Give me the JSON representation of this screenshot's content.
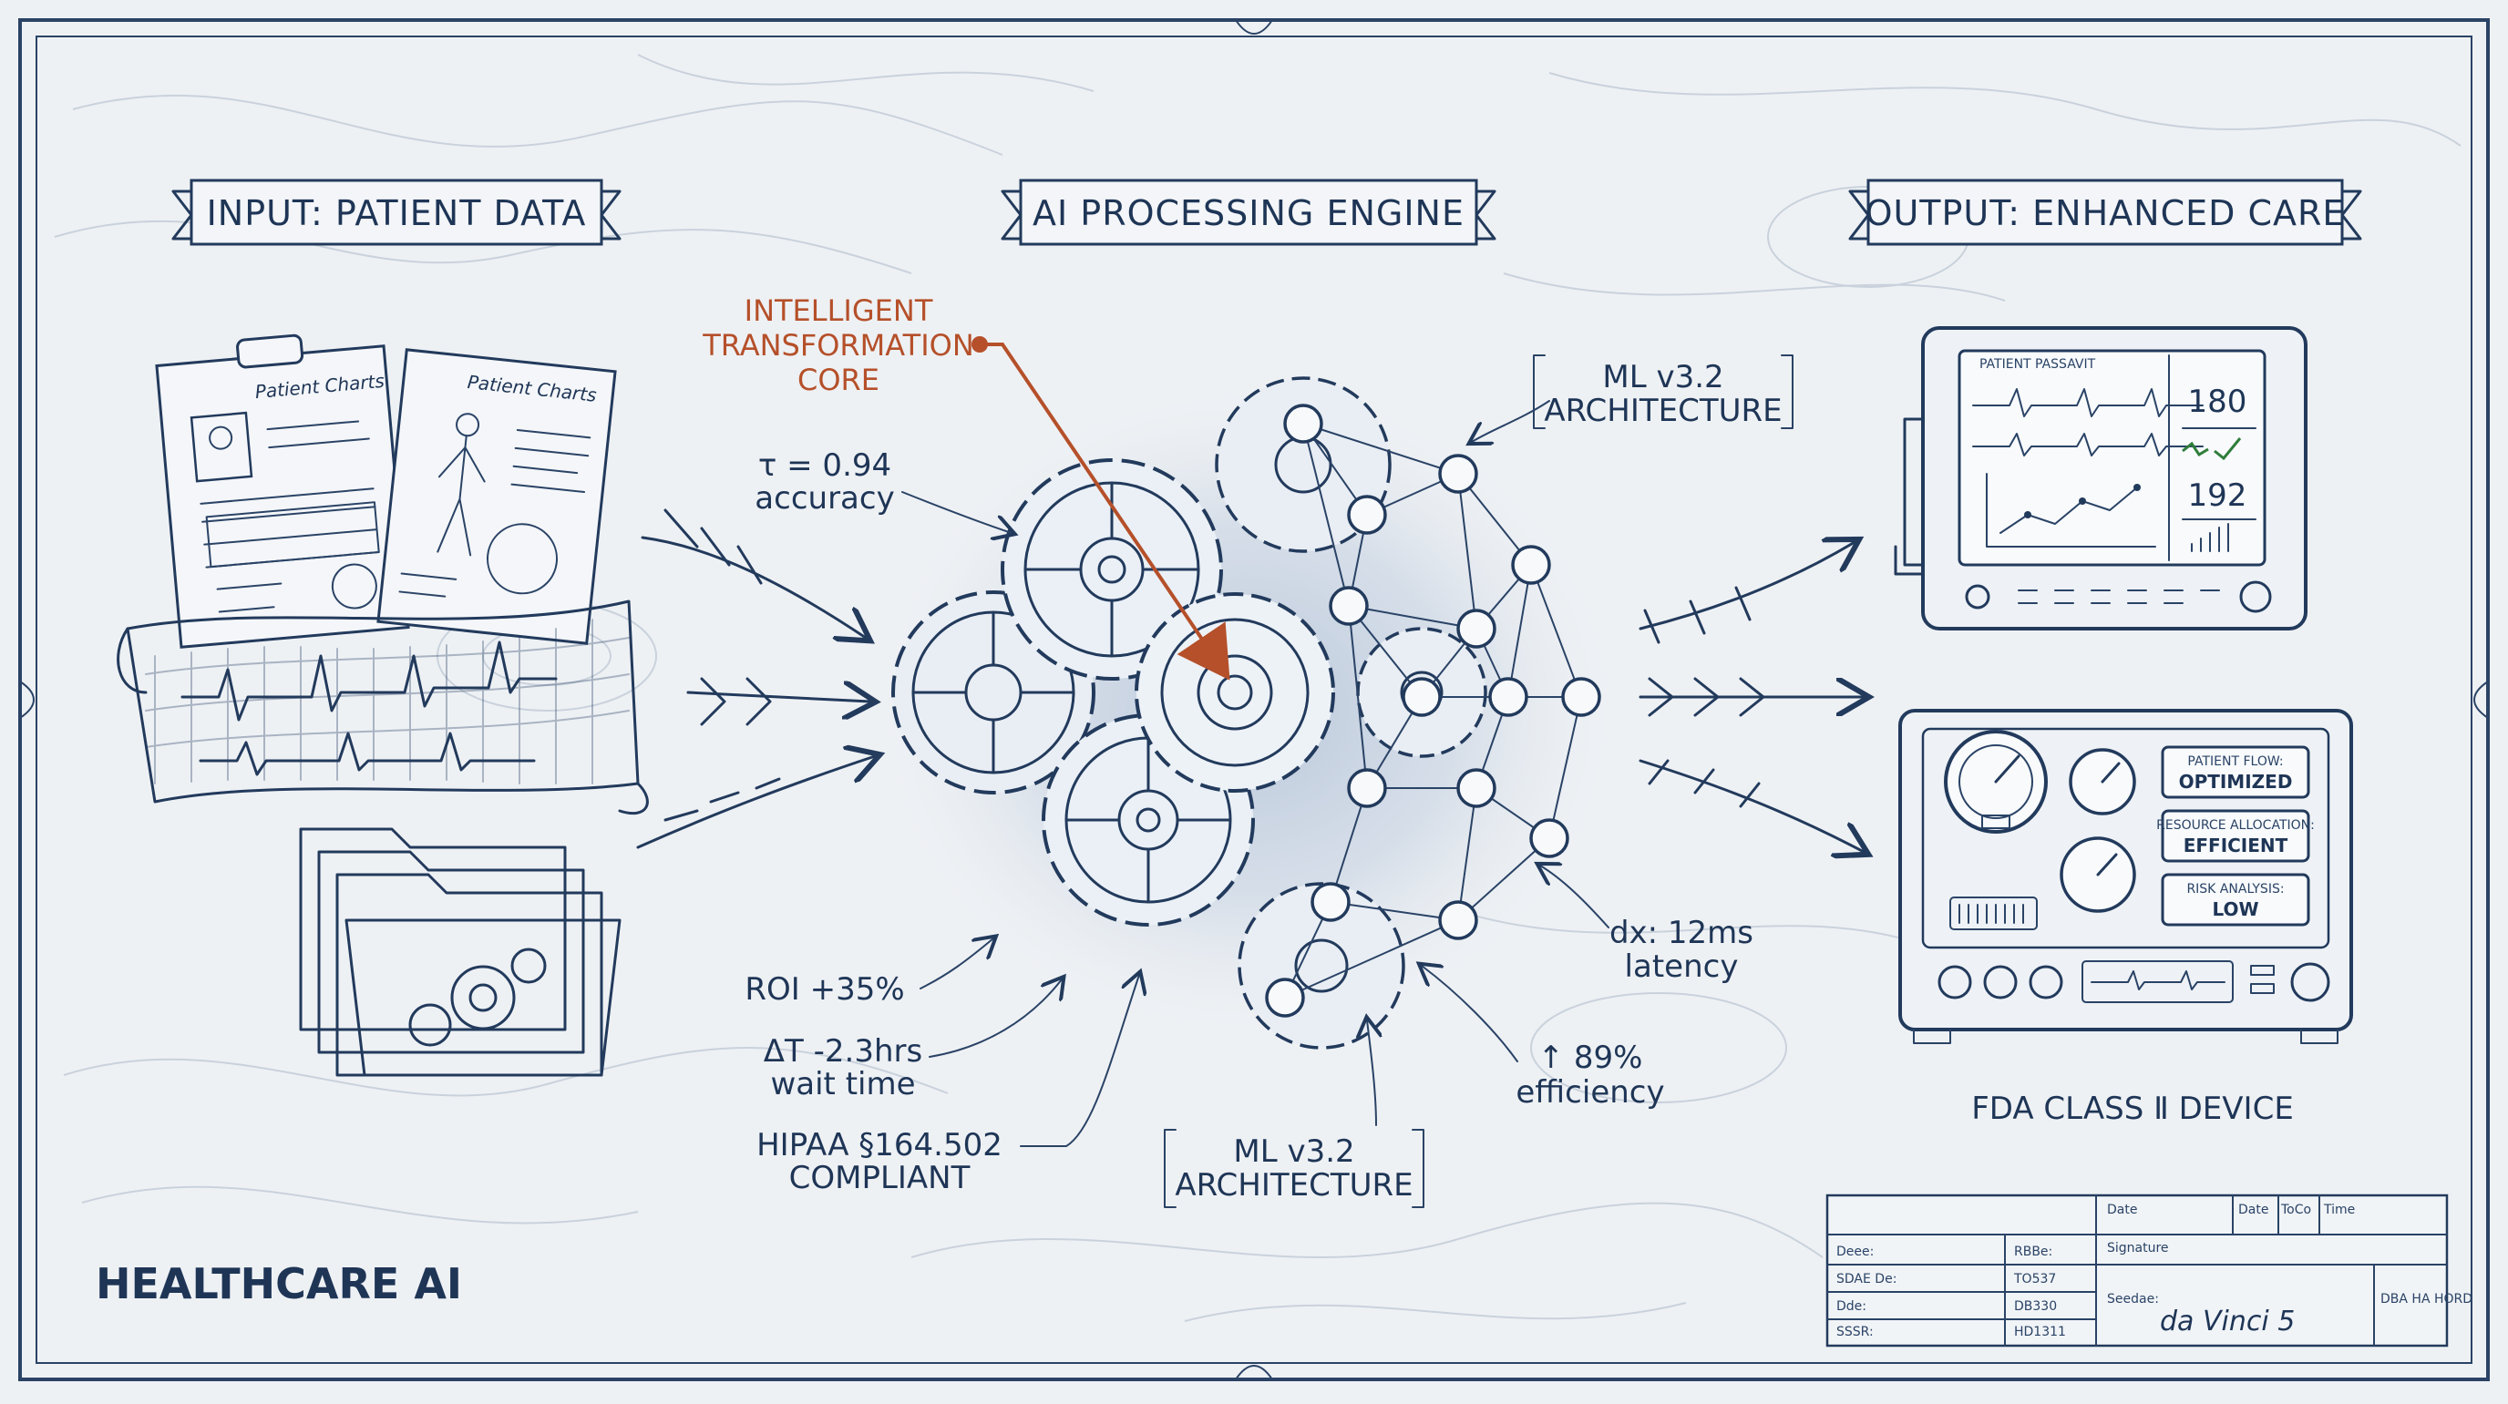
{
  "banners": {
    "input": "INPUT: PATIENT DATA",
    "engine": "AI PROCESSING ENGINE",
    "output": "OUTPUT: ENHANCED CARE"
  },
  "callouts": {
    "core_line1": "INTELLIGENT",
    "core_line2": "TRANSFORMATION",
    "core_line3": "CORE",
    "tau_line1": "τ = 0.94",
    "tau_line2": "accuracy",
    "ml_top_line1": "ML v3.2",
    "ml_top_line2": "ARCHITECTURE",
    "roi": "ROI +35%",
    "delta_line1": "ΔT -2.3hrs",
    "delta_line2": "wait time",
    "hipaa_line1": "HIPAA §164.502",
    "hipaa_line2": "COMPLIANT",
    "ml_bottom_line1": "ML v3.2",
    "ml_bottom_line2": "ARCHITECTURE",
    "eff_line1": "↑ 89%",
    "eff_line2": "efficiency",
    "dx_line1": "dx: 12ms",
    "dx_line2": "latency"
  },
  "input_items": {
    "chart1_title": "Patient Charts",
    "chart2_title": "Patient Charts"
  },
  "monitor": {
    "header": "PATIENT PASSAVIT",
    "value1": "180",
    "value2": "192"
  },
  "panel": {
    "status1_label": "PATIENT FLOW:",
    "status1_value": "OPTIMIZED",
    "status2_label": "RESOURCE ALLOCATION:",
    "status2_value": "EFFICIENT",
    "status3_label": "RISK ANALYSIS:",
    "status3_value": "LOW"
  },
  "fda_label": "FDA CLASS Ⅱ DEVICE",
  "brand": "HEALTHCARE AI",
  "title_block": {
    "date": "Date",
    "date2": "Date",
    "toco": "ToCo",
    "time": "Time",
    "signature_label": "Signature",
    "signature": "da Vinci 5",
    "dba": "DBA HA HORD",
    "rows": [
      {
        "k": "Deee:",
        "v": "RBBe:"
      },
      {
        "k": "SDAE De:",
        "v": "TO537"
      },
      {
        "k": "Dde:",
        "v": "DB330"
      },
      {
        "k": "SSSR:",
        "v": "HD1311"
      }
    ],
    "sender": "Seedae:"
  },
  "colors": {
    "ink": "#223a5c",
    "accent": "#b5502a",
    "paper": "#eef1f4",
    "check": "#2f7d3a"
  }
}
